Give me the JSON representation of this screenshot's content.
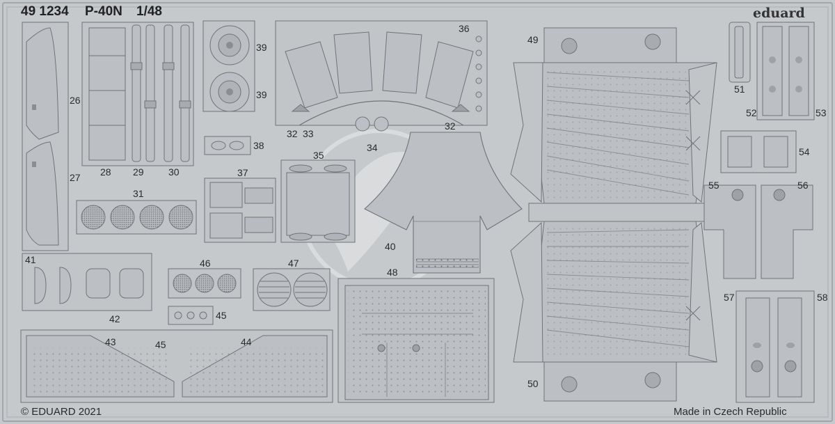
{
  "header": {
    "set_number": "49 1234",
    "model": "P-40N",
    "scale": "1/48",
    "brand": "eduard"
  },
  "footer": {
    "copyright": "© EDUARD 2021",
    "origin": "Made in Czech Republic"
  },
  "part_labels": {
    "p26": "26",
    "p27": "27",
    "p28": "28",
    "p29": "29",
    "p30": "30",
    "p31": "31",
    "p32a": "32",
    "p32b": "32",
    "p33": "33",
    "p34": "34",
    "p35": "35",
    "p36": "36",
    "p37": "37",
    "p38": "38",
    "p39a": "39",
    "p39b": "39",
    "p40": "40",
    "p41": "41",
    "p42": "42",
    "p43": "43",
    "p44": "44",
    "p45a": "45",
    "p45b": "45",
    "p46": "46",
    "p47": "47",
    "p48": "48",
    "p49": "49",
    "p50": "50",
    "p51": "51",
    "p52": "52",
    "p53": "53",
    "p54": "54",
    "p55": "55",
    "p56": "56",
    "p57": "57",
    "p58": "58"
  },
  "colors": {
    "background": "#c6c9cc",
    "part_fill": "#bcc0c4",
    "part_stroke": "#6f7378",
    "etch_line": "#888c90",
    "rivet": "#6a6e72",
    "text": "#2a2a2a"
  }
}
